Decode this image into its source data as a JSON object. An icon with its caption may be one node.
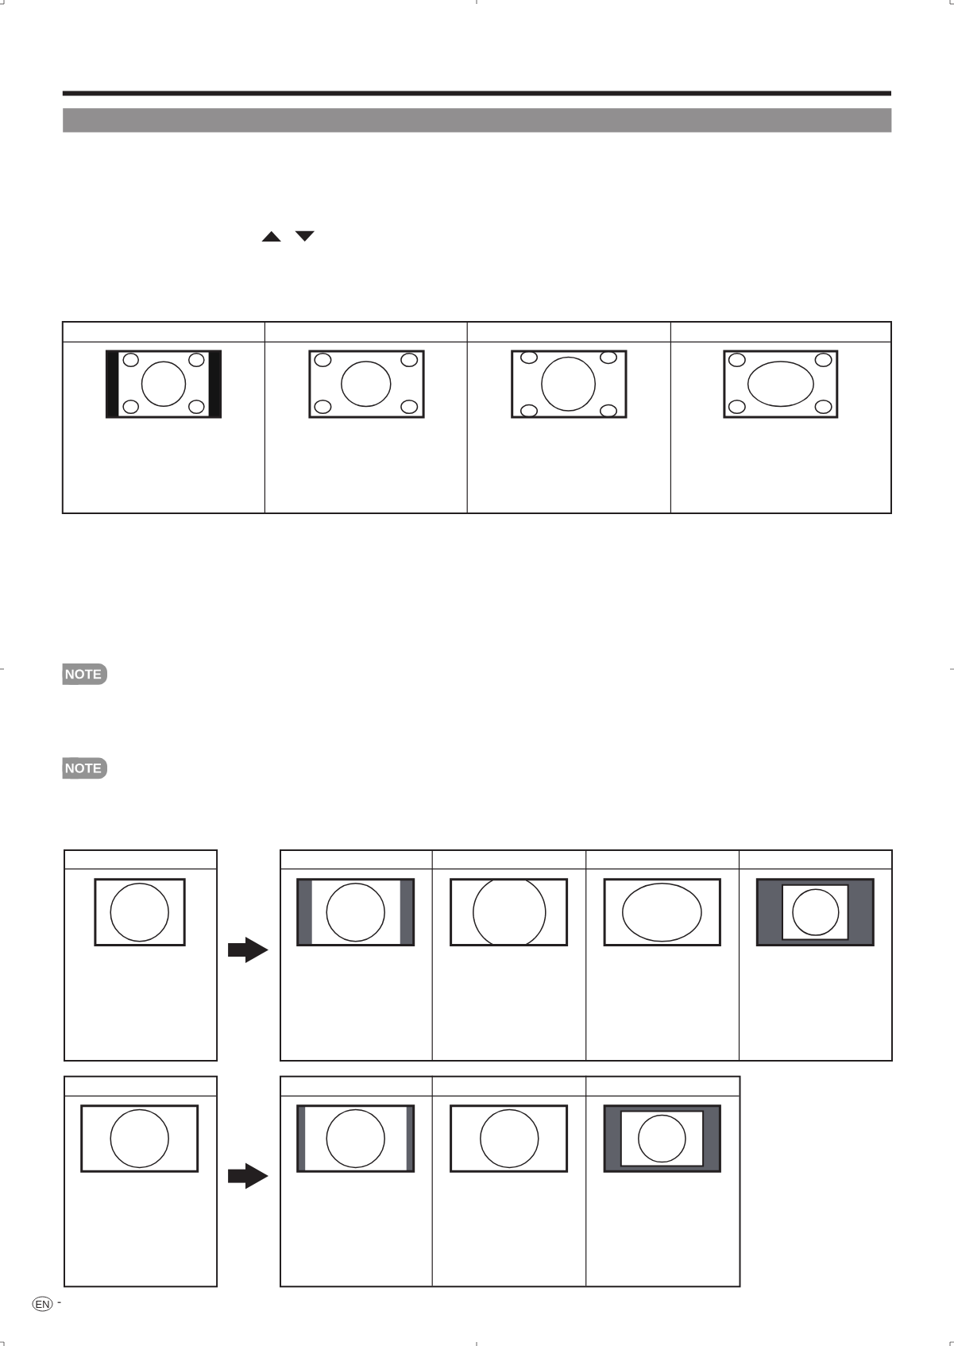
{
  "diagram": {
    "nodes": [
      {
        "text": [],
        "shape": "bar"
      },
      {
        "text": [],
        "shape": "box"
      },
      {
        "text": [],
        "shape": "box"
      },
      {
        "text": [],
        "shape": "box"
      },
      {
        "text": [],
        "shape": "box"
      }
    ],
    "edges": [
      {
        "from": 1,
        "to": 2,
        "arrow": "to"
      },
      {
        "from": 3,
        "to": 4,
        "arrow": "to"
      }
    ],
    "labels": [
      "NOTE",
      "NOTE",
      "EN",
      "-"
    ]
  }
}
